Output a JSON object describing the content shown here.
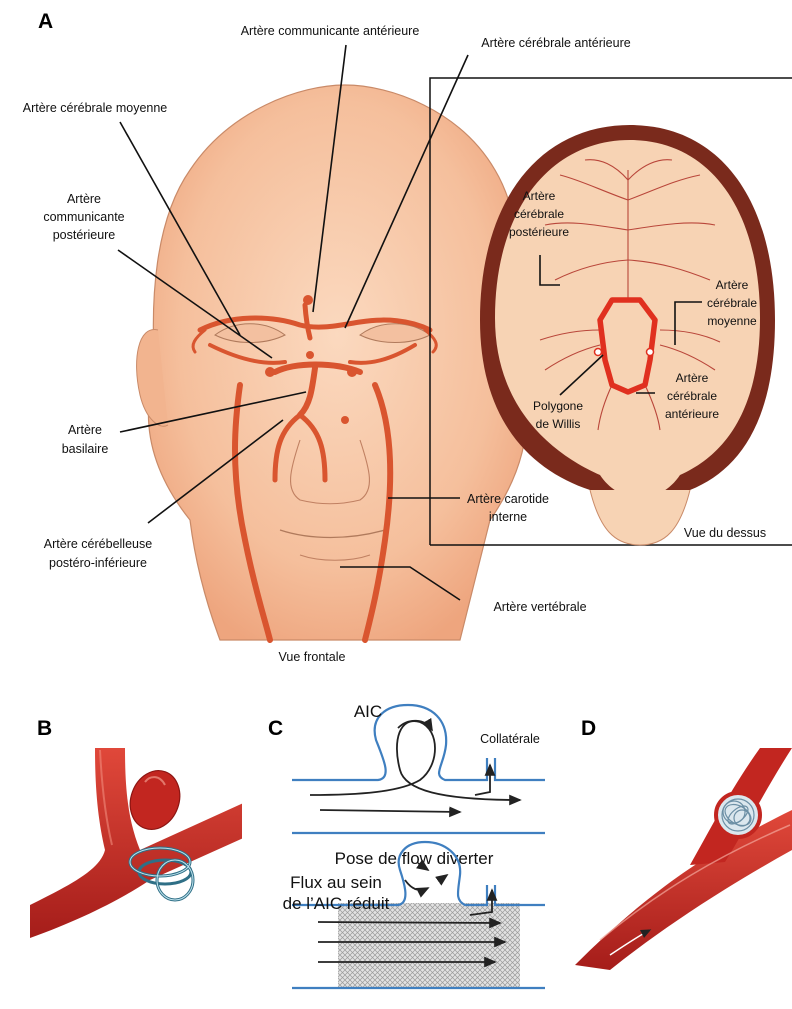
{
  "panels": {
    "a": "A",
    "b": "B",
    "c": "C",
    "d": "D"
  },
  "panel_a": {
    "labels": {
      "comm_ant": "Artère communicante antérieure",
      "cer_ant": "Artère cérébrale antérieure",
      "cer_moy": "Artère cérébrale moyenne",
      "comm_post": [
        "Artère",
        "communicante",
        "postérieure"
      ],
      "basilaire": [
        "Artère",
        "basilaire"
      ],
      "cereb_post_inf": [
        "Artère cérébelleuse",
        "postéro-inférieure"
      ],
      "carotide": [
        "Artère carotide",
        "interne"
      ],
      "vertebrale": "Artère vertébrale",
      "vue_frontale": "Vue frontale"
    },
    "inset": {
      "cer_post": [
        "Artère",
        "cérébrale",
        "postérieure"
      ],
      "cer_moy": [
        "Artère",
        "cérébrale",
        "moyenne"
      ],
      "cer_ant": [
        "Artère",
        "cérébrale",
        "antérieure"
      ],
      "polygone": [
        "Polygone",
        "de Willis"
      ],
      "vue_dessus": "Vue du dessus"
    }
  },
  "panel_c": {
    "aic": "AIC",
    "collaterale": "Collatérale",
    "pose": "Pose de flow diverter",
    "flux": [
      "Flux au sein",
      "de l’AIC réduit"
    ]
  },
  "colors": {
    "skin": "#f7c9a8",
    "artery": "#d9552f",
    "vessel_outline": "#3f7fc0",
    "skull": "#7a2a1c"
  }
}
